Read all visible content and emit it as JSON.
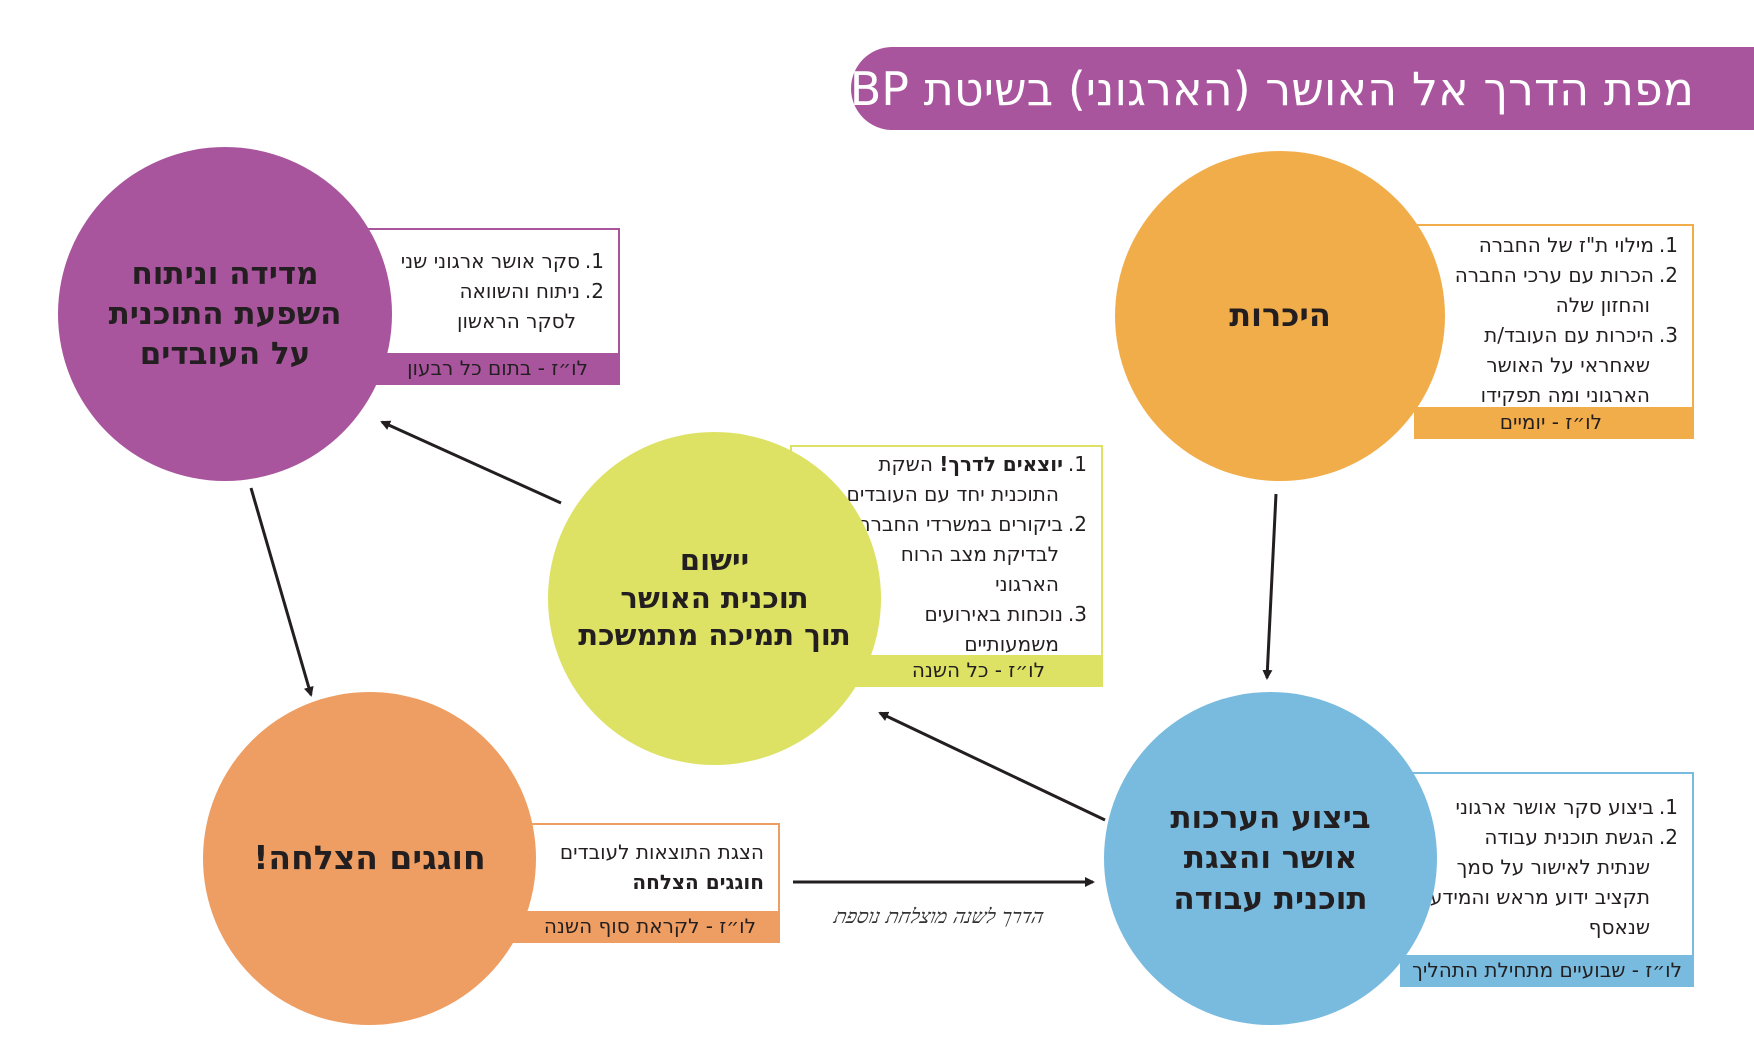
{
  "title": "מפת הדרך אל האושר (הארגוני) בשיטת HBP",
  "colors": {
    "purple": "#a8559e",
    "orange": "#f2ad4b",
    "yellow": "#dde264",
    "blue": "#79badf",
    "salmon": "#ee9e62",
    "text": "#231f20"
  },
  "stages": {
    "acquaintance": {
      "circle_label": "היכרות",
      "items": [
        {
          "num": "1.",
          "lines": [
            "מילוי ת\"ז של החברה"
          ]
        },
        {
          "num": "2.",
          "lines": [
            "הכרות עם ערכי החברה",
            "והחזון שלה"
          ]
        },
        {
          "num": "3.",
          "lines": [
            "היכרות עם העובד/ת",
            "שאחראי על האושר",
            "הארגוני ומה תפקידו העיקרי"
          ]
        }
      ],
      "schedule": "לו״ז - יומיים"
    },
    "assessment": {
      "circle_label": "ביצוע הערכות\nאושר והצגת\nתוכנית עבודה",
      "items": [
        {
          "num": "1.",
          "lines": [
            "ביצוע סקר אושר ארגוני"
          ]
        },
        {
          "num": "2.",
          "lines": [
            "הגשת תוכנית עבודה",
            "שנתית לאישור על סמך",
            "תקציב ידוע מראש והמידע",
            "שנאסף"
          ]
        }
      ],
      "schedule": "לו״ז - שבועיים מתחילת התהליך"
    },
    "implementation": {
      "circle_label": "יישום\nתוכנית האושר\nתוך תמיכה מתמשכת",
      "items": [
        {
          "num": "1.",
          "bold": "יוצאים לדרך!",
          "lines": [
            " השקת",
            "התוכנית יחד עם העובדים"
          ]
        },
        {
          "num": "2.",
          "lines": [
            "ביקורים במשרדי החברה",
            "לבדיקת מצב הרוח",
            "הארגוני"
          ]
        },
        {
          "num": "3.",
          "lines": [
            "נוכחות באירועים",
            "משמעותיים"
          ]
        }
      ],
      "schedule": "לו״ז - כל השנה"
    },
    "measurement": {
      "circle_label": "מדידה וניתוח\nהשפעת התוכנית\nעל העובדים",
      "items": [
        {
          "num": "1.",
          "lines": [
            "סקר אושר ארגוני שני"
          ]
        },
        {
          "num": "2.",
          "lines": [
            "ניתוח והשוואה",
            "לסקר הראשון"
          ]
        }
      ],
      "schedule": "לו״ז - בתום כל רבעון"
    },
    "celebration": {
      "circle_label": "חוגגים הצלחה!",
      "line1": "הצגת התוצאות לעובדים",
      "line2": "חוגגים הצלחה",
      "schedule": "לו״ז - לקראת סוף השנה"
    }
  },
  "loop_note": "הדרך לשנה מוצלחת נוספת"
}
